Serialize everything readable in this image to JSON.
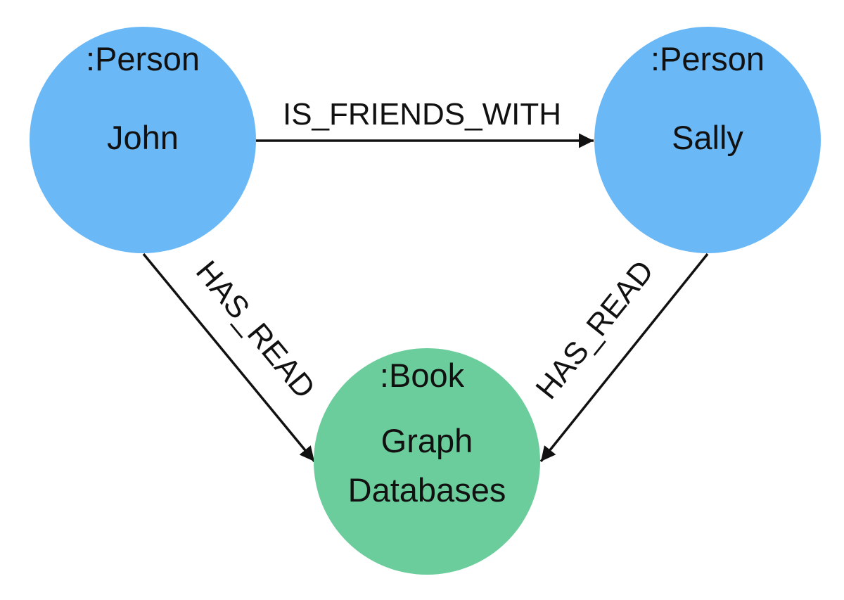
{
  "colors": {
    "person_node": "#6ab9f6",
    "book_node": "#6ccd9c",
    "edge": "#111111",
    "text": "#111111"
  },
  "nodes": {
    "john": {
      "type": ":Person",
      "name": "John"
    },
    "sally": {
      "type": ":Person",
      "name": "Sally"
    },
    "book": {
      "type": ":Book",
      "name_line1": "Graph",
      "name_line2": "Databases"
    }
  },
  "edges": {
    "friends": {
      "label": "IS_FRIENDS_WITH"
    },
    "john_read": {
      "label": "HAS_READ"
    },
    "sally_read": {
      "label": "HAS_READ"
    }
  }
}
